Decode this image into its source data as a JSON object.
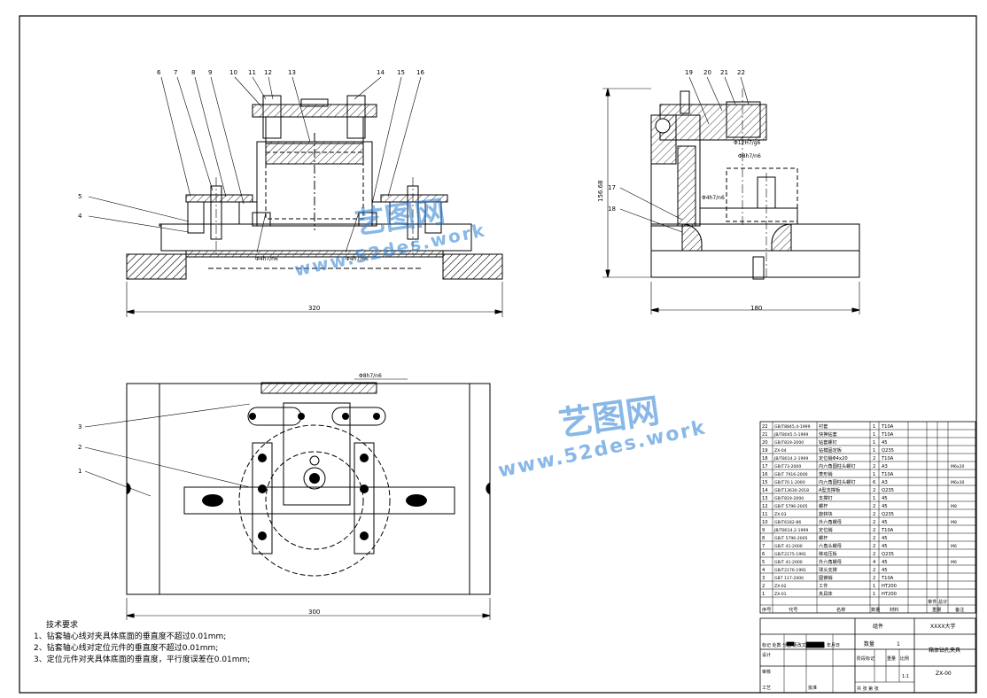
{
  "views": {
    "front": {
      "part_numbers": [
        "6",
        "7",
        "8",
        "9",
        "10",
        "11",
        "12",
        "13",
        "14",
        "15",
        "16",
        "5",
        "4"
      ],
      "fit_labels": [
        "Φ4h7/n6",
        "Φ4h7/n6"
      ],
      "overall_width": "320"
    },
    "side": {
      "part_numbers": [
        "19",
        "20",
        "21",
        "22",
        "17",
        "18"
      ],
      "fit_labels": [
        "Φ12H7/g6",
        "Φ8h7/n6",
        "Φ4h7/n6"
      ],
      "overall_width": "180",
      "height_dimension": "156.68"
    },
    "top": {
      "part_numbers": [
        "3",
        "2",
        "1"
      ],
      "fit_labels": [
        "Φ8h7/n6"
      ],
      "overall_width": "300"
    }
  },
  "technical_requirements": {
    "title": "技术要求",
    "items": [
      "1、钻套轴心线对夹具体底面的垂直度不超过0.01mm;",
      "2、钻套轴心线对定位元件的垂直度不超过0.01mm;",
      "3、定位元件对夹具体底面的垂直度，平行度误差在0.01mm;"
    ]
  },
  "bom": {
    "rows": [
      {
        "no": "22",
        "code": "GB/T8845.4-1999",
        "name": "衬套",
        "qty": "1",
        "material": "T10A",
        "note": ""
      },
      {
        "no": "21",
        "code": "JB/T8045.5-1999",
        "name": "快换钻套",
        "qty": "1",
        "material": "T10A",
        "note": ""
      },
      {
        "no": "20",
        "code": "GB/T819-2000",
        "name": "钻套螺钉",
        "qty": "1",
        "material": "45",
        "note": ""
      },
      {
        "no": "19",
        "code": "ZX-04",
        "name": "钻模固定板",
        "qty": "1",
        "material": "Q235",
        "note": ""
      },
      {
        "no": "18",
        "code": "JB/T8014.2-1999",
        "name": "定位销Φ4x20",
        "qty": "2",
        "material": "T10A",
        "note": ""
      },
      {
        "no": "17",
        "code": "GB/T73-2000",
        "name": "内六角圆柱头螺钉",
        "qty": "2",
        "material": "A3",
        "note": "M6x20"
      },
      {
        "no": "16",
        "code": "GB/T 7916-2000",
        "name": "菱形销",
        "qty": "1",
        "material": "T10A",
        "note": ""
      },
      {
        "no": "15",
        "code": "GB/T70.1-2000",
        "name": "内六角圆柱头螺钉",
        "qty": "6",
        "material": "A3",
        "note": "M6x30"
      },
      {
        "no": "14",
        "code": "GB/T13630-2018",
        "name": "A型支撑板",
        "qty": "2",
        "material": "Q235",
        "note": ""
      },
      {
        "no": "13",
        "code": "GB/T819-2000",
        "name": "支撑钉",
        "qty": "1",
        "material": "45",
        "note": ""
      },
      {
        "no": "12",
        "code": "GB/T 5796-2005",
        "name": "螺杆",
        "qty": "2",
        "material": "45",
        "note": "M8"
      },
      {
        "no": "11",
        "code": "ZX-03",
        "name": "旋转块",
        "qty": "2",
        "material": "Q235",
        "note": ""
      },
      {
        "no": "10",
        "code": "GB/T6182-86",
        "name": "外六角螺母",
        "qty": "2",
        "material": "45",
        "note": "M8"
      },
      {
        "no": "9",
        "code": "JB/T8014.2-1999",
        "name": "定位销",
        "qty": "2",
        "material": "T10A",
        "note": ""
      },
      {
        "no": "8",
        "code": "GB/T 5796-2005",
        "name": "螺杆",
        "qty": "2",
        "material": "45",
        "note": ""
      },
      {
        "no": "7",
        "code": "GB/T 41-2000",
        "name": "六角头螺母",
        "qty": "2",
        "material": "45",
        "note": "M6"
      },
      {
        "no": "6",
        "code": "GB/T2175-1991",
        "name": "移动压板",
        "qty": "2",
        "material": "Q235",
        "note": ""
      },
      {
        "no": "5",
        "code": "GB/T 41-2000",
        "name": "外六角螺母",
        "qty": "4",
        "material": "45",
        "note": "M6"
      },
      {
        "no": "4",
        "code": "GB/T2176-1991",
        "name": "球头支撑",
        "qty": "2",
        "material": "45",
        "note": ""
      },
      {
        "no": "3",
        "code": "GBT 117-2000",
        "name": "圆锥销",
        "qty": "2",
        "material": "T10A",
        "note": ""
      },
      {
        "no": "2",
        "code": "ZX-02",
        "name": "工件",
        "qty": "1",
        "material": "HT200",
        "note": ""
      },
      {
        "no": "1",
        "code": "ZX-01",
        "name": "夹具体",
        "qty": "1",
        "material": "HT200",
        "note": ""
      }
    ],
    "header": {
      "no": "序号",
      "code": "代号",
      "name": "名称",
      "qty": "数量",
      "material": "材料",
      "unit_weight": "单件",
      "total_weight": "总计",
      "weight": "重量",
      "note": "备注"
    }
  },
  "title_block": {
    "group": "组件",
    "university": "XXXX大学",
    "quantity_label": "数量",
    "quantity_value": "1",
    "drawing_title": "箱体钻孔夹具",
    "scale_row": "阶段标记",
    "weight_label": "重量",
    "scale_label": "比例",
    "scale_value": "1:1",
    "drawing_no": "ZX-00",
    "designer_label": "设计",
    "checker_label": "审核",
    "process_label": "工艺",
    "standard_label": "标准化",
    "approve_label": "批准",
    "sheet_label": "共  张  第  张",
    "date_label": "日期",
    "sign_label": "签名",
    "revision_label": "标记 处数 分区 更改文件号 签名 年月日"
  },
  "watermark": {
    "brand": "艺图网",
    "url": "www.52des.work"
  }
}
